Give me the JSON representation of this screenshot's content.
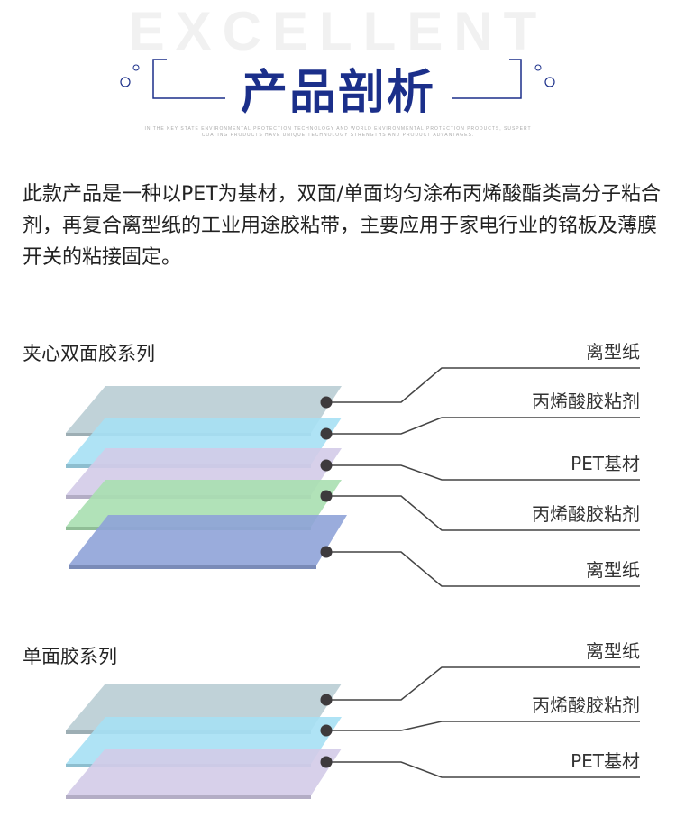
{
  "header": {
    "watermark": "EXCELLENT",
    "title": "产品剖析",
    "subtitle": "IN THE KEY STATE ENVIRONMENTAL PROTECTION TECHNOLOGY AND WORLD ENVIRONMENTAL PROTECTION PRODUCTS, SUSPERT COATING PRODUCTS HAVE UNIQUE TECHNOLOGY STRENGTHS AND PRODUCT ADVANTAGES.",
    "accent": "#1b2f8a"
  },
  "intro": "此款产品是一种以PET为基材，双面/单面均匀涂布丙烯酸酯类高分子粘合剂，再复合离型纸的工业用途胶粘带，主要应用于家电行业的铭板及薄膜开关的粘接固定。",
  "sections": [
    {
      "title": "夹心双面胶系列",
      "layers": [
        {
          "label": "离型纸",
          "color": "#b9cdd4"
        },
        {
          "label": "丙烯酸胶粘剂",
          "color": "#a6e0f4"
        },
        {
          "label": "PET基材",
          "color": "#d3cbe8"
        },
        {
          "label": "丙烯酸胶粘剂",
          "color": "#a9dfb0"
        },
        {
          "label": "离型纸",
          "color": "#8fa3d8"
        }
      ]
    },
    {
      "title": "单面胶系列",
      "layers": [
        {
          "label": "离型纸",
          "color": "#b9cdd4"
        },
        {
          "label": "丙烯酸胶粘剂",
          "color": "#a6e0f4"
        },
        {
          "label": "PET基材",
          "color": "#d3cbe8"
        }
      ]
    }
  ]
}
